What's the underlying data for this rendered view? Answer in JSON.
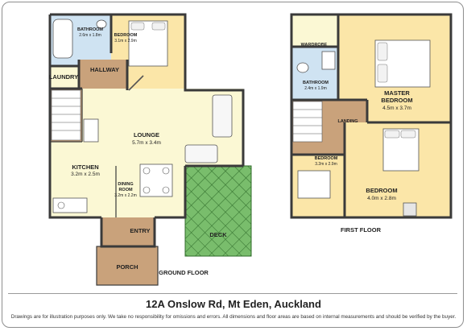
{
  "floors": {
    "ground_label": "GROUND FLOOR",
    "first_label": "FIRST FLOOR"
  },
  "rooms": {
    "bathroom_g": {
      "name": "BATHROOM",
      "dims": "2.6m x 1.8m"
    },
    "bedroom_g": {
      "name": "BEDROOM",
      "dims": "3.1m x 2.9m"
    },
    "laundry": {
      "name": "LAUNDRY"
    },
    "hallway": {
      "name": "HALLWAY"
    },
    "lounge": {
      "name": "LOUNGE",
      "dims": "5.7m x 3.4m"
    },
    "kitchen": {
      "name": "KITCHEN",
      "dims": "3.2m x 2.5m"
    },
    "dining": {
      "line1": "DINING",
      "line2": "ROOM",
      "dims": "3.2m x 2.2m"
    },
    "deck": {
      "name": "DECK"
    },
    "entry": {
      "name": "ENTRY"
    },
    "porch": {
      "name": "PORCH"
    },
    "wardrobe": {
      "name": "WARDROBE"
    },
    "bathroom_f": {
      "name": "BATHROOM",
      "dims": "2.4m x 1.9m"
    },
    "master": {
      "line1": "MASTER",
      "line2": "BEDROOM",
      "dims": "4.5m x 3.7m"
    },
    "landing": {
      "name": "LANDING"
    },
    "bedroom_f_small": {
      "name": "BEDROOM",
      "dims": "3.2m x 2.9m"
    },
    "bedroom_f_large": {
      "name": "BEDROOM",
      "dims": "4.0m x 2.8m"
    }
  },
  "footer": {
    "address": "12A Onslow Rd, Mt Eden, Auckland",
    "disclaimer": "Drawings are for illustration purposes only. We take no responsibility for omissions and errors.  All dimensions and floor areas are based on internal measurements and should be verified by the buyer."
  },
  "colors": {
    "wall": "#3a3a3a",
    "bath_floor": "#cfe3f2",
    "bedroom_floor": "#fbe6a8",
    "living_floor": "#fbf8d4",
    "timber_floor": "#c9a27b",
    "deck_fill": "#79bd6c",
    "porch_fill": "#c9a27b"
  }
}
